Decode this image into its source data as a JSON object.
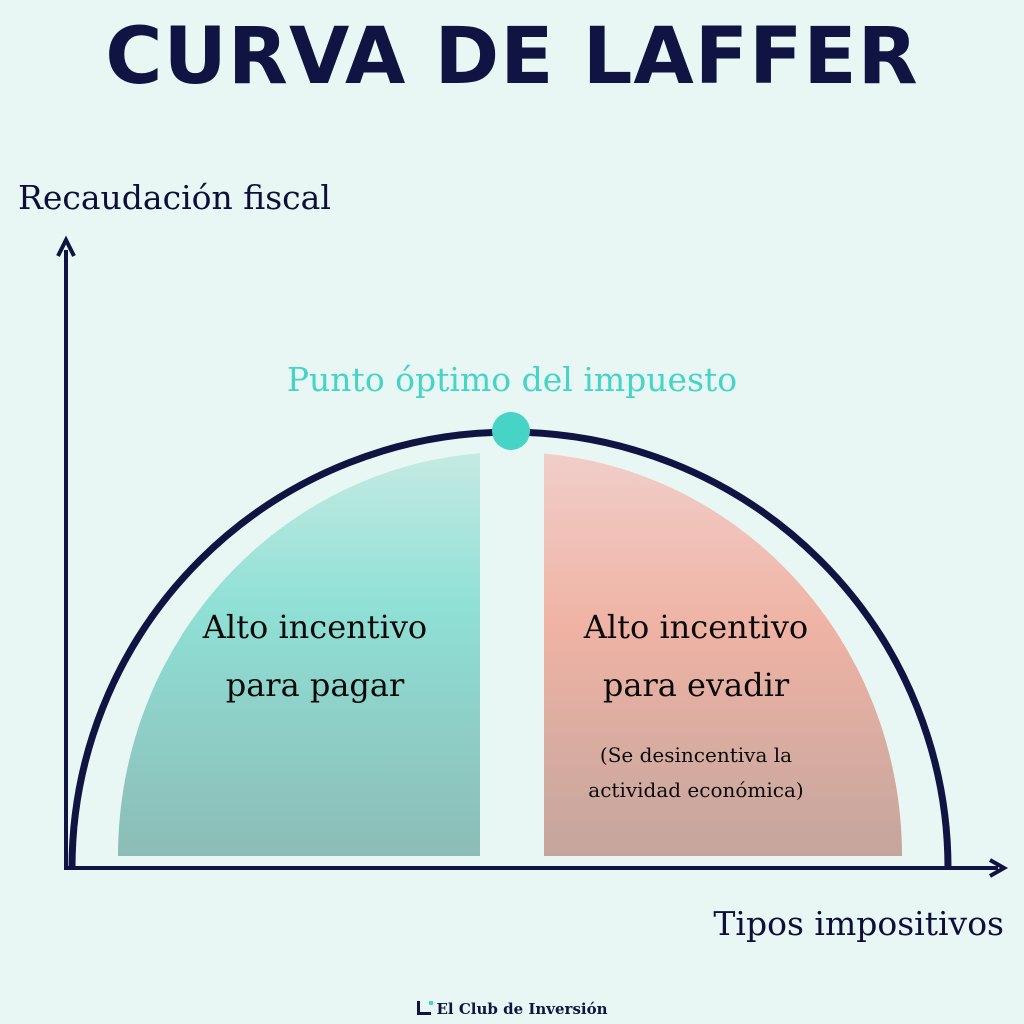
{
  "title": "CURVA DE LAFFER",
  "y_axis_label": "Recaudación fiscal",
  "x_axis_label": "Tipos impositivos",
  "peak_label": "Punto óptimo del impuesto",
  "left_region": {
    "line1": "Alto incentivo",
    "line2": "para pagar",
    "color_top": "#c9ebe3",
    "color_mid": "#8fe0d6",
    "color_bottom": "#8cbcb6"
  },
  "right_region": {
    "line1": "Alto incentivo",
    "line2": "para evadir",
    "note_line1": "(Se desincentiva la",
    "note_line2": "actividad económica)",
    "color_top": "#f1d0cc",
    "color_mid": "#efb3a4",
    "color_bottom": "#c4a59d"
  },
  "colors": {
    "navy": "#0f1442",
    "accent": "#45d4c6",
    "background": "#e9f7f4"
  },
  "brand": "El Club de Inversión"
}
